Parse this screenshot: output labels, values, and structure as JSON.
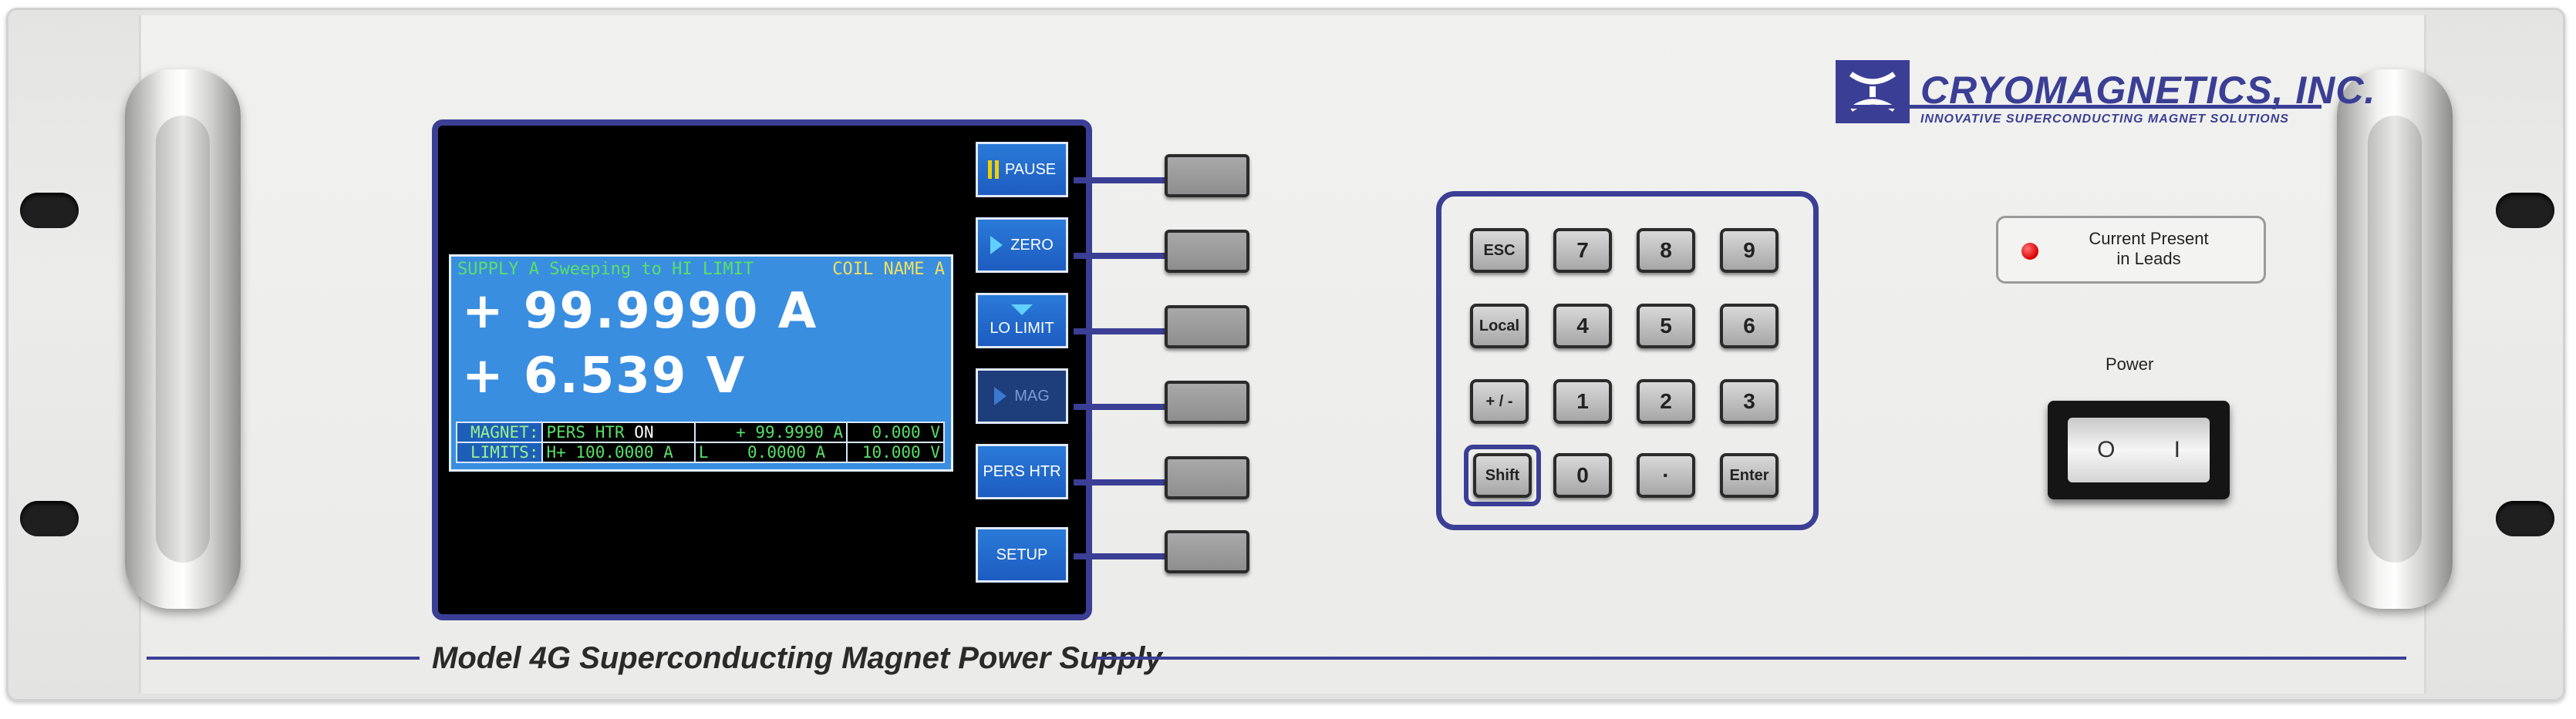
{
  "brand": {
    "name": "CRYOMAGNETICS, INC.",
    "tagline": "INNOVATIVE SUPERCONDUCTING MAGNET SOLUTIONS"
  },
  "model_label": "Model 4G Superconducting Magnet Power Supply",
  "display": {
    "status": "SUPPLY A  Sweeping to HI LIMIT",
    "coil": "COIL NAME A",
    "current": "+ 99.9990 A",
    "voltage": "+ 6.539 V",
    "magnet_row": {
      "label": "MAGNET:",
      "heater": "PERS HTR",
      "heater_state": "ON",
      "current": "+ 99.9990 A",
      "voltage": "0.000 V"
    },
    "limits_row": {
      "label": "LIMITS:",
      "high": "H+ 100.0000 A",
      "low": "L    0.0000 A",
      "voltage": "10.000 V"
    }
  },
  "softkeys": [
    {
      "label": "PAUSE",
      "icon": "pause-icon"
    },
    {
      "label": "ZERO",
      "icon": "play-icon"
    },
    {
      "label": "LO LIMIT",
      "icon": "triangle-down-icon"
    },
    {
      "label": "MAG",
      "icon": "play-icon"
    },
    {
      "label": "PERS HTR",
      "icon": ""
    },
    {
      "label": "SETUP",
      "icon": ""
    }
  ],
  "keypad": {
    "esc": "ESC",
    "k7": "7",
    "k8": "8",
    "k9": "9",
    "local": "Local",
    "k4": "4",
    "k5": "5",
    "k6": "6",
    "plusminus": "+ / -",
    "k1": "1",
    "k2": "2",
    "k3": "3",
    "shift": "Shift",
    "k0": "0",
    "dot": "·",
    "enter": "Enter"
  },
  "indicator": {
    "line1": "Current Present",
    "line2": "in Leads",
    "led_color": "#e01010"
  },
  "power": {
    "label": "Power",
    "off": "O",
    "on": "I"
  },
  "colors": {
    "accent": "#3a3f95",
    "lcd_bg": "#3a8ee0",
    "lcd_text": "#58e06a"
  }
}
